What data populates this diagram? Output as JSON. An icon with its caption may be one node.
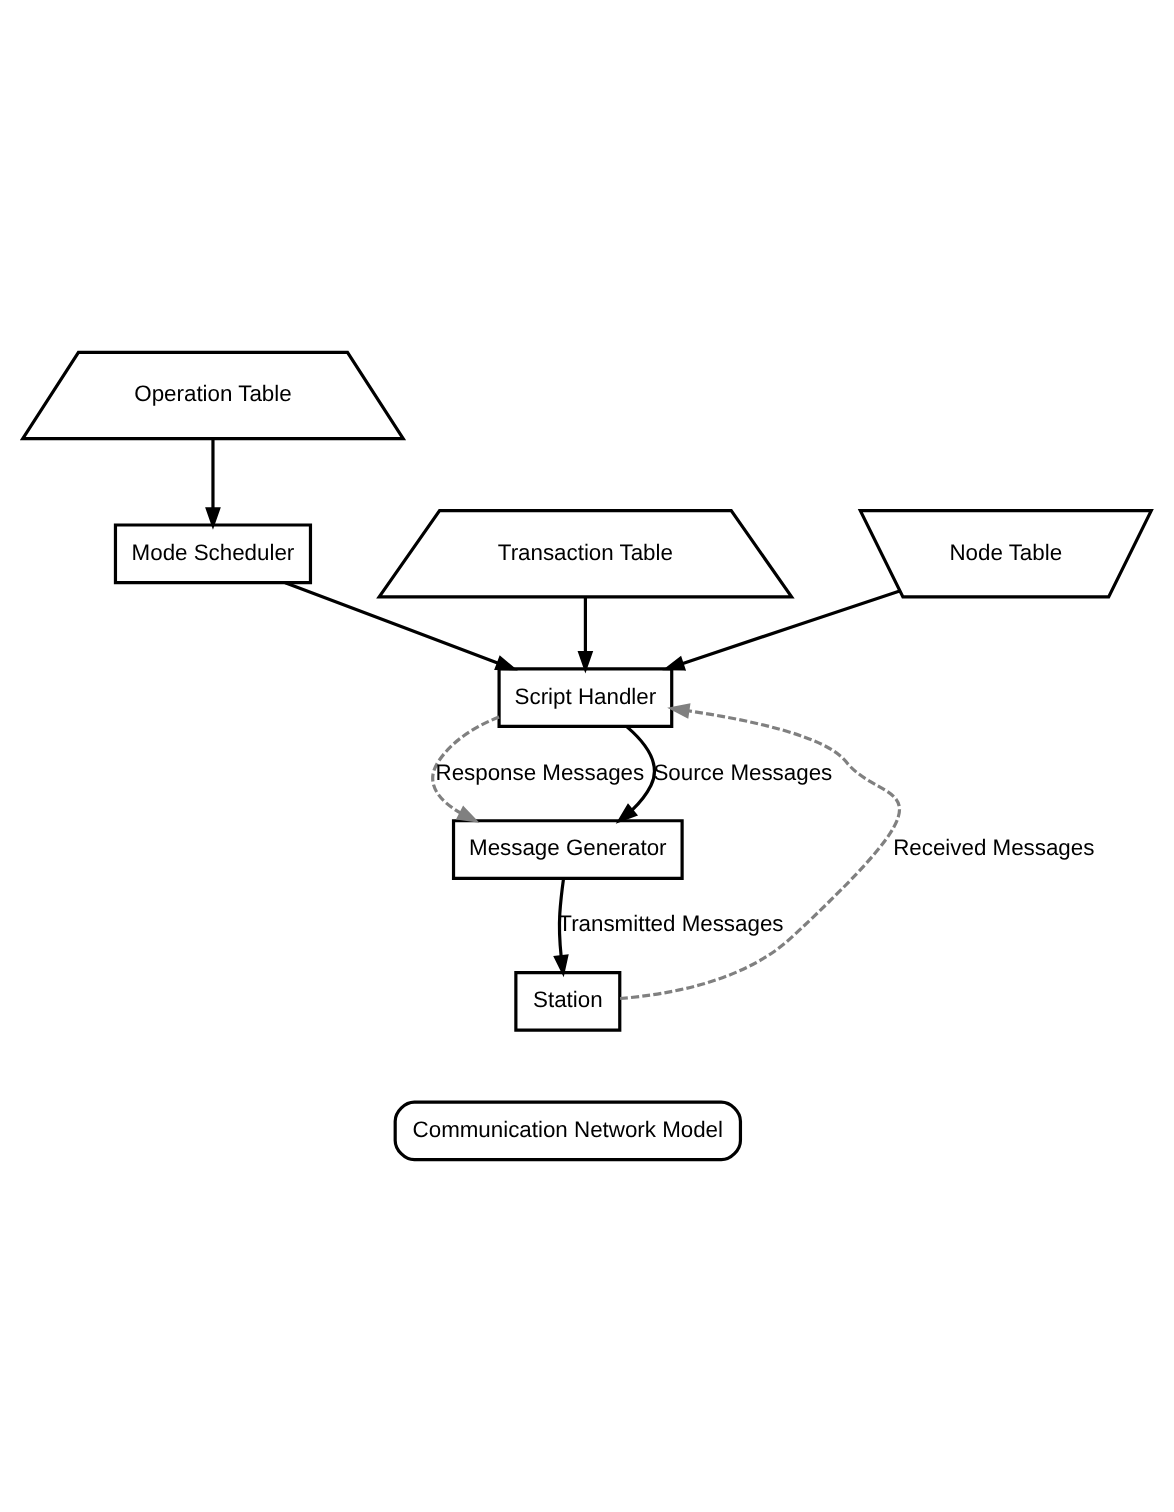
{
  "diagram": {
    "nodes": [
      {
        "text": [
          "Operation Table"
        ]
      },
      {
        "text": [
          "Mode Scheduler"
        ]
      },
      {
        "text": [
          "Transaction Table"
        ]
      },
      {
        "text": [
          "Node Table"
        ]
      },
      {
        "text": [
          "Script Handler"
        ]
      },
      {
        "text": [
          "Message Generator"
        ]
      },
      {
        "text": [
          "Station"
        ]
      },
      {
        "text": [
          "Communication Network Model"
        ]
      }
    ],
    "edges": [
      {
        "from": 0,
        "to": 1,
        "arrow": "to"
      },
      {
        "from": 1,
        "to": 4,
        "arrow": "to"
      },
      {
        "from": 2,
        "to": 4,
        "arrow": "to"
      },
      {
        "from": 3,
        "to": 4,
        "arrow": "to"
      },
      {
        "from": 4,
        "to": 5,
        "arrow": "to",
        "label": "Response Messages",
        "style": "dashed",
        "color": "#808080"
      },
      {
        "from": 4,
        "to": 5,
        "arrow": "to",
        "label": "Source Messages"
      },
      {
        "from": 5,
        "to": 6,
        "arrow": "to",
        "label": "Transmitted Messages"
      },
      {
        "from": 6,
        "to": 4,
        "arrow": "to",
        "label": "Received Messages",
        "style": "dashed",
        "color": "#808080"
      }
    ]
  }
}
